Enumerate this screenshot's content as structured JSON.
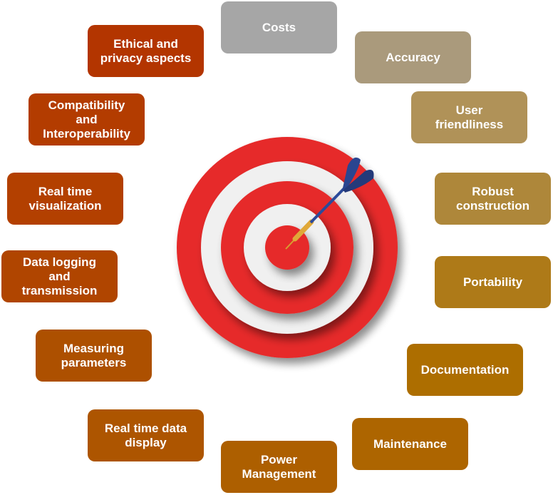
{
  "diagram": {
    "center_icon": "dartboard-with-dart-icon",
    "items": [
      {
        "label": "Costs",
        "color": "#a6a6a6"
      },
      {
        "label": "Accuracy",
        "color": "#aa9a7c"
      },
      {
        "label": "User\nfriendliness",
        "color": "#b09258"
      },
      {
        "label": "Robust\nconstruction",
        "color": "#ae873a"
      },
      {
        "label": "Portability",
        "color": "#ae7a18"
      },
      {
        "label": "Documentation",
        "color": "#ad6e00"
      },
      {
        "label": "Maintenance",
        "color": "#ad6500"
      },
      {
        "label": "Power\nManagement",
        "color": "#ad5f00"
      },
      {
        "label": "Real time data\ndisplay",
        "color": "#ad5500"
      },
      {
        "label": "Measuring\nparameters",
        "color": "#ad5000"
      },
      {
        "label": "Data logging\nand\ntransmission",
        "color": "#b04500"
      },
      {
        "label": "Real time\nvisualization",
        "color": "#b34000"
      },
      {
        "label": "Compatibility\nand\nInteroperability",
        "color": "#b33c00"
      },
      {
        "label": "Ethical and\nprivacy aspects",
        "color": "#b33500"
      }
    ]
  }
}
